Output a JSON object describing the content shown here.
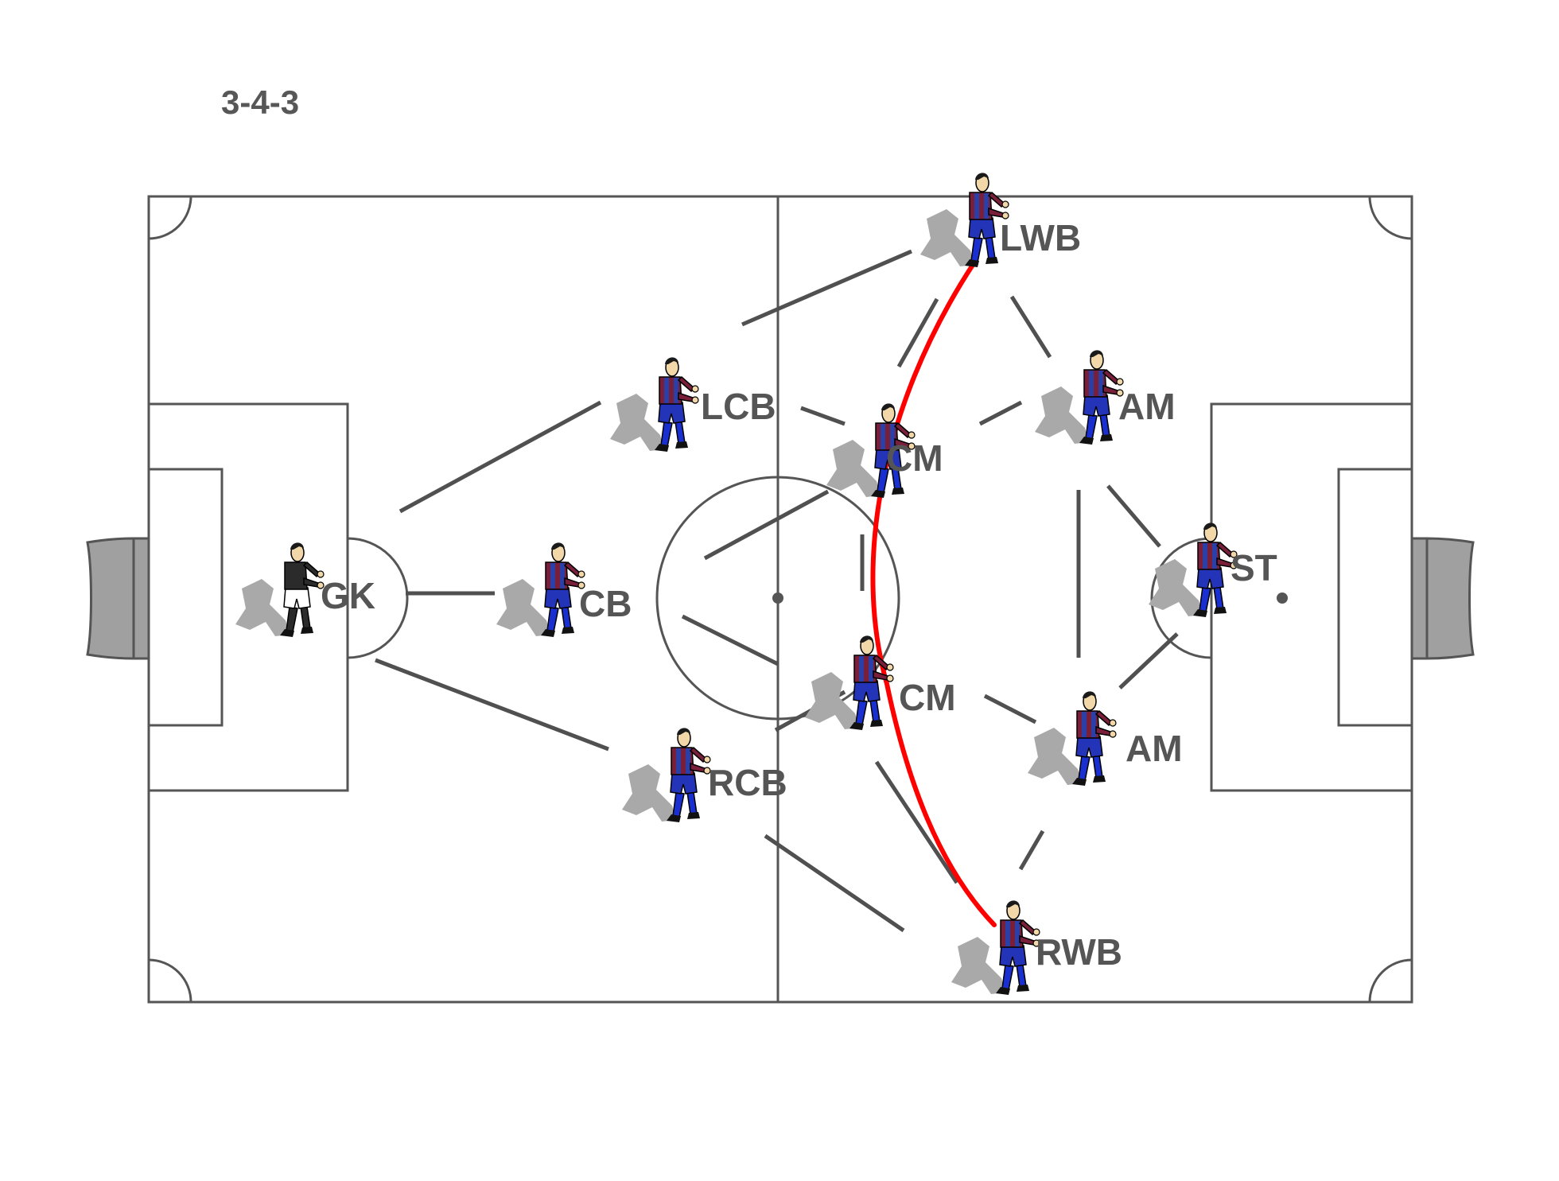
{
  "formation": "3-4-3",
  "colors": {
    "pitch_lines": "#555555",
    "link_lines": "#505050",
    "highlight_arc": "#ff0000",
    "shirt_stripe_a": "#7a1f3a",
    "shirt_stripe_b": "#2a3fa8",
    "shorts": "#2434b8",
    "socks": "#1a2fcf",
    "keeper_kit": "#2b2b2b",
    "skin": "#f2d8a8",
    "shadow": "#a9a9a9",
    "goal_net": "#a0a0a0"
  },
  "players": [
    {
      "id": "gk",
      "label": "GK",
      "kit": "keeper"
    },
    {
      "id": "cb",
      "label": "CB",
      "kit": "outfield"
    },
    {
      "id": "lcb",
      "label": "LCB",
      "kit": "outfield"
    },
    {
      "id": "rcb",
      "label": "RCB",
      "kit": "outfield"
    },
    {
      "id": "lwb",
      "label": "LWB",
      "kit": "outfield"
    },
    {
      "id": "cm1",
      "label": "CM",
      "kit": "outfield"
    },
    {
      "id": "cm2",
      "label": "CM",
      "kit": "outfield"
    },
    {
      "id": "rwb",
      "label": "RWB",
      "kit": "outfield"
    },
    {
      "id": "am1",
      "label": "AM",
      "kit": "outfield"
    },
    {
      "id": "am2",
      "label": "AM",
      "kit": "outfield"
    },
    {
      "id": "st",
      "label": "ST",
      "kit": "outfield"
    }
  ]
}
